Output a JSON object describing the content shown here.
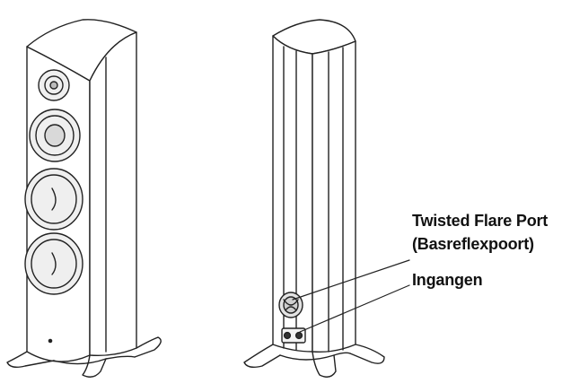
{
  "callouts": {
    "port_line1": "Twisted Flare Port",
    "port_line2": "(Basreflexpoort)",
    "inputs": "Ingangen"
  },
  "colors": {
    "line": "#222222",
    "driver_fill": "#e9e9e9",
    "shade": "#d9d9d9"
  }
}
